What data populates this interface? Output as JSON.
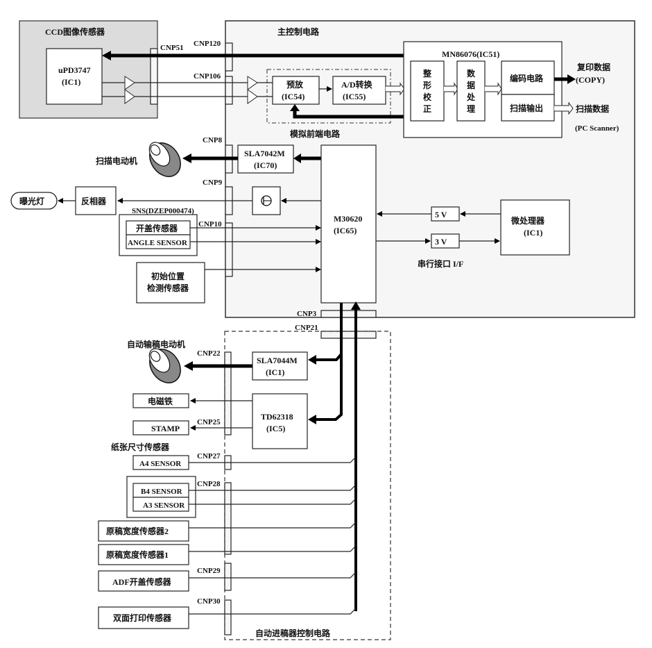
{
  "colors": {
    "ccd_panel_fill": "#dcdcdc",
    "main_board_fill": "#f6f6f6",
    "line": "#000000"
  },
  "ccd": {
    "title": "CCD图像传感器",
    "chip_line1": "uPD3747",
    "chip_line2": "(IC1)"
  },
  "main_board": {
    "title": "主控制电路",
    "afe_title": "模拟前端电路",
    "preamp_line1": "预放",
    "preamp_line2": "(IC54)",
    "adc_line1": "A/D转换",
    "adc_line2": "(IC55)",
    "asic_title": "MN86076(IC51)",
    "shaping": [
      "整",
      "形",
      "校",
      "正"
    ],
    "processing": [
      "数",
      "据",
      "处",
      "理"
    ],
    "encoder": "编码电路",
    "scan_out": "扫描输出",
    "copy_data_line1": "复印数据",
    "copy_data_line2": "(COPY)",
    "scan_data_line1": "扫描数据",
    "scan_data_line2": "(PC Scanner)",
    "motor_driver_line1": "SLA7042M",
    "motor_driver_line2": "(IC70)",
    "mcu_line1": "M30620",
    "mcu_line2": "(IC65)",
    "v5": "5 V",
    "v3": "3 V",
    "serial_if": "串行接口 I/F",
    "micro_line1": "微处理器",
    "micro_line2": "(IC1)"
  },
  "connectors": {
    "cnp51": "CNP51",
    "cnp120": "CNP120",
    "cnp106": "CNP106",
    "cnp8": "CNP8",
    "cnp9": "CNP9",
    "cnp10": "CNP10",
    "cnp3": "CNP3",
    "cnp21": "CNP21",
    "cnp22": "CNP22",
    "cnp25": "CNP25",
    "cnp27": "CNP27",
    "cnp28": "CNP28",
    "cnp29": "CNP29",
    "cnp30": "CNP30"
  },
  "left_devices": {
    "scan_motor": "扫描电动机",
    "exposure_lamp": "曝光灯",
    "inverter": "反相器",
    "sns": "SNS(DZEP000474)",
    "cover_sensor": "开盖传感器",
    "angle_sensor": "ANGLE SENSOR",
    "home_sensor_line1": "初始位置",
    "home_sensor_line2": "检测传感器"
  },
  "adf": {
    "title": "自动进稿器控制电路",
    "feed_motor": "自动输稿电动机",
    "driver1_line1": "SLA7044M",
    "driver1_line2": "(IC1)",
    "driver2_line1": "TD62318",
    "driver2_line2": "(IC5)",
    "solenoid": "电磁铁",
    "stamp": "STAMP",
    "paper_size_title": "纸张尺寸传感器",
    "a4": "A4 SENSOR",
    "b4": "B4 SENSOR",
    "a3": "A3 SENSOR",
    "width2": "原稿宽度传感器2",
    "width1": "原稿宽度传感器1",
    "adf_cover": "ADF开盖传感器",
    "duplex": "双面打印传感器"
  }
}
